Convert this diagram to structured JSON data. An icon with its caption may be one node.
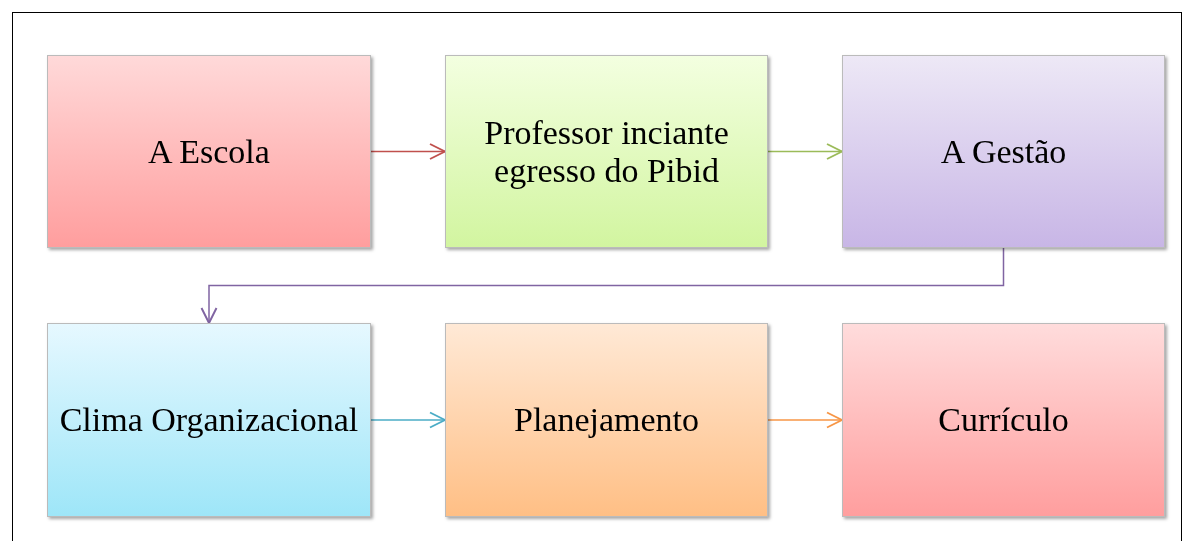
{
  "diagram": {
    "nodes": [
      {
        "text": [
          "A Escola"
        ]
      },
      {
        "text": [
          "Professor inciante egresso do Pibid"
        ]
      },
      {
        "text": [
          "A Gestão"
        ]
      },
      {
        "text": [
          "Clima Organizacional"
        ]
      },
      {
        "text": [
          "Planejamento"
        ]
      },
      {
        "text": [
          "Currículo"
        ]
      }
    ],
    "edges": [
      {
        "from": 0,
        "to": 1,
        "arrow": "to",
        "color": "#c0504d"
      },
      {
        "from": 1,
        "to": 2,
        "arrow": "to",
        "color": "#9bbb59"
      },
      {
        "from": 2,
        "to": 3,
        "arrow": "to",
        "color": "#8064a2"
      },
      {
        "from": 3,
        "to": 4,
        "arrow": "to",
        "color": "#4bacc6"
      },
      {
        "from": 4,
        "to": 5,
        "arrow": "to",
        "color": "#f79646"
      }
    ]
  }
}
